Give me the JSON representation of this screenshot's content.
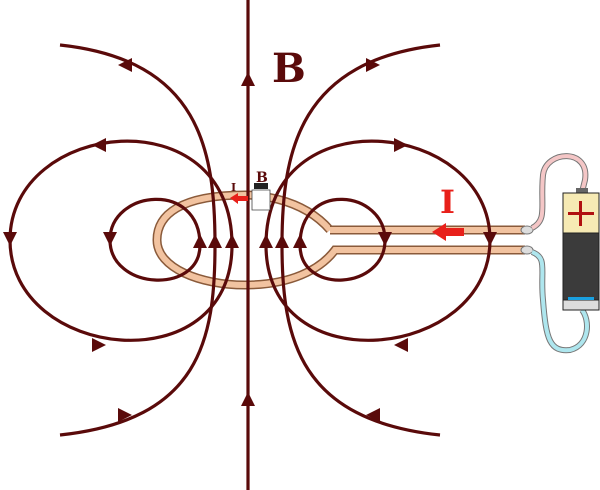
{
  "labels": {
    "field_large": "B",
    "current_large": "I",
    "field_small": "B",
    "current_small": "I"
  },
  "colors": {
    "field_line": "#5a0a0a",
    "wire": "#f2c3a0",
    "current_arrow": "#e8201a",
    "positive_wire": "#f4c6c6",
    "negative_wire": "#aee6ee",
    "battery_body": "#3b3b3b",
    "battery_cap": "#f6eab4"
  },
  "battery": {
    "positive_symbol": "plus",
    "negative_symbol": "minus"
  }
}
